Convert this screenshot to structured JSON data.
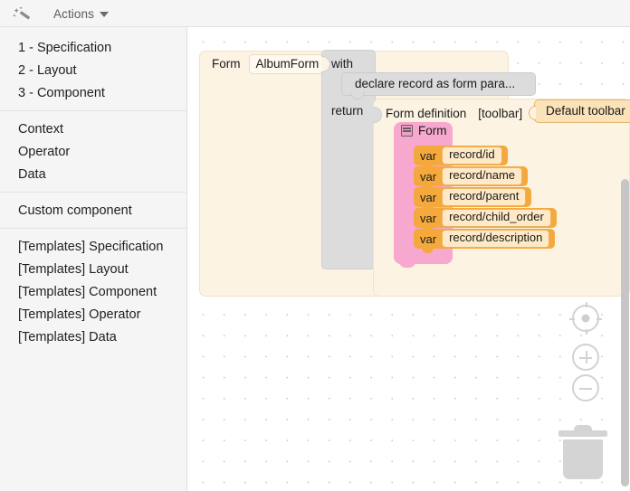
{
  "topbar": {
    "wand_icon": "magic-wand-icon",
    "actions_label": "Actions",
    "caret_icon": "chevron-down-icon"
  },
  "sidebar": {
    "groups": [
      {
        "items": [
          {
            "label": "1 - Specification"
          },
          {
            "label": "2 - Layout"
          },
          {
            "label": "3 - Component"
          }
        ]
      },
      {
        "items": [
          {
            "label": "Context"
          },
          {
            "label": "Operator"
          },
          {
            "label": "Data"
          }
        ]
      },
      {
        "items": [
          {
            "label": "Custom component"
          }
        ]
      },
      {
        "items": [
          {
            "label": "[Templates] Specification"
          },
          {
            "label": "[Templates] Layout"
          },
          {
            "label": "[Templates] Component"
          },
          {
            "label": "[Templates] Operator"
          },
          {
            "label": "[Templates] Data"
          }
        ]
      }
    ]
  },
  "canvas": {
    "form_outer": {
      "keyword": "Form",
      "name_value": "AlbumForm",
      "color": "#fdf3e3"
    },
    "grey_block": {
      "with_label": "with",
      "return_label": "return",
      "color": "#dcdcdc"
    },
    "declare_block": {
      "label": "declare record as form para..."
    },
    "form_definition": {
      "title": "Form definition",
      "toolbar_label": "[toolbar]",
      "toolbar_value": "Default toolbar",
      "toolbar_color": "#fbe2b8"
    },
    "form_block": {
      "title": "Form",
      "icon": "list-collapse-icon",
      "color": "#f7a8cf"
    },
    "vars": [
      {
        "keyword": "var",
        "value": "record/id"
      },
      {
        "keyword": "var",
        "value": "record/name"
      },
      {
        "keyword": "var",
        "value": "record/parent"
      },
      {
        "keyword": "var",
        "value": "record/child_order"
      },
      {
        "keyword": "var",
        "value": "record/description"
      }
    ],
    "controls": [
      {
        "name": "center-target-icon"
      },
      {
        "name": "zoom-in-icon"
      },
      {
        "name": "zoom-out-icon"
      },
      {
        "name": "trash-icon"
      }
    ]
  }
}
